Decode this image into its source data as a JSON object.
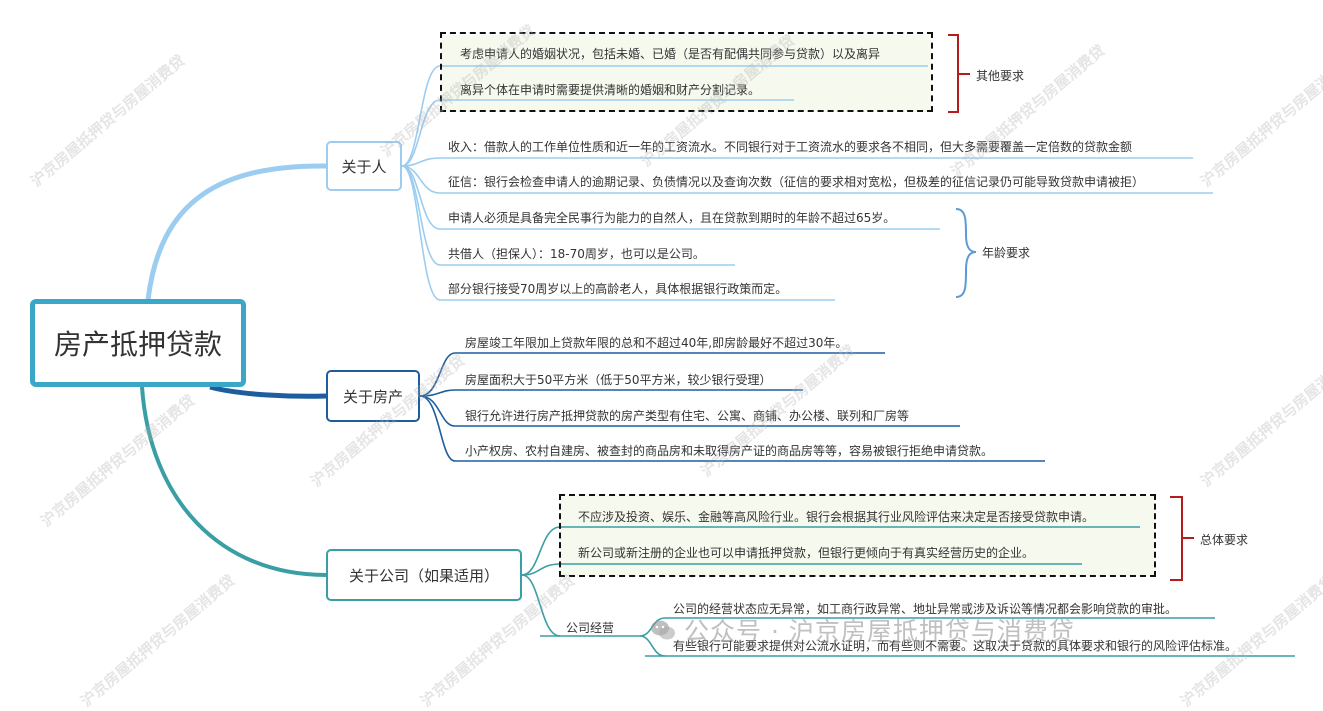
{
  "root": {
    "title": "房产抵押贷款"
  },
  "branches": {
    "person": {
      "label": "关于人",
      "leaves": [
        "考虑申请人的婚姻状况，包括未婚、已婚（是否有配偶共同参与贷款）以及离异",
        "离异个体在申请时需要提供清晰的婚姻和财产分割记录。",
        "收入：借款人的工作单位性质和近一年的工资流水。不同银行对于工资流水的要求各不相同，但大多需要覆盖一定倍数的贷款金额",
        "征信：银行会检查申请人的逾期记录、负债情况以及查询次数（征信的要求相对宽松，但极差的征信记录仍可能导致贷款申请被拒）",
        "申请人必须是具备完全民事行为能力的自然人，且在贷款到期时的年龄不超过65岁。",
        "共借人（担保人）：18-70周岁，也可以是公司。",
        "部分银行接受70周岁以上的高龄老人，具体根据银行政策而定。"
      ],
      "group_other": "其他要求",
      "group_age": "年龄要求"
    },
    "property": {
      "label": "关于房产",
      "leaves": [
        "房屋竣工年限加上贷款年限的总和不超过40年,即房龄最好不超过30年。",
        "房屋面积大于50平方米（低于50平方米，较少银行受理）",
        "银行允许进行房产抵押贷款的房产类型有住宅、公寓、商铺、办公楼、联列和厂房等",
        "小产权房、农村自建房、被查封的商品房和未取得房产证的商品房等等，容易被银行拒绝申请贷款。"
      ]
    },
    "company": {
      "label": "关于公司（如果适用）",
      "leaves": [
        "不应涉及投资、娱乐、金融等高风险行业。银行会根据其行业风险评估来决定是否接受贷款申请。",
        "新公司或新注册的企业也可以申请抵押贷款，但银行更倾向于有真实经营历史的企业。"
      ],
      "group_overall": "总体要求",
      "operation": {
        "label": "公司经营",
        "leaves": [
          "公司的经营状态应无异常，如工商行政异常、地址异常或涉及诉讼等情况都会影响贷款的审批。",
          "有些银行可能要求提供对公流水证明，而有些则不需要。这取决于贷款的具体要求和银行的风险评估标准。"
        ]
      }
    }
  },
  "watermark": {
    "text": "沪京房屋抵押贷与房屋消费贷",
    "banner": "公众号 · 沪京房屋抵押贷与消费贷",
    "banner_icon": "wechat-icon"
  },
  "colors": {
    "root": "#3aa7c8",
    "person": "#9ccdf1",
    "property": "#1f5e9e",
    "company": "#3a9ea5",
    "bracket_red": "#b71c1c",
    "bracket_blue": "#5b9bd5",
    "group_tint": "#f6f9ee"
  }
}
